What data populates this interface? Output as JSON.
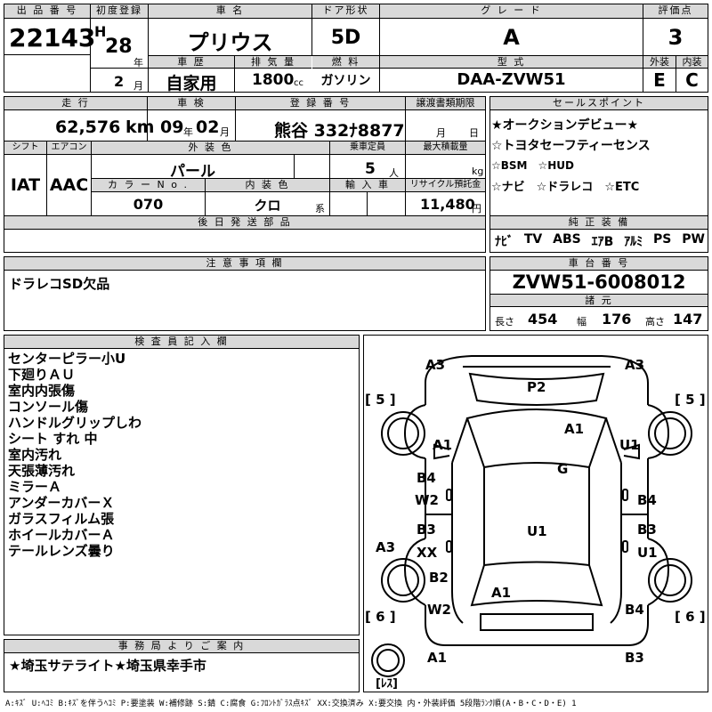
{
  "header": {
    "lot_label": "出 品 番 号",
    "lot_number": "22143",
    "first_reg_label": "初度登録",
    "era": "H",
    "year": "28",
    "year_unit": "年",
    "month": "2",
    "month_unit": "月",
    "name_label": "車 名",
    "car_name": "プリウス",
    "door_label": "ドア形状",
    "door": "5D",
    "grade_label": "グ レ ー ド",
    "grade": "A",
    "score_label": "評価点",
    "score": "3",
    "history_label": "車 歴",
    "history": "自家用",
    "disp_label": "排 気 量",
    "displacement": "1800",
    "disp_unit": "cc",
    "fuel_label": "燃 料",
    "fuel": "ガソリン",
    "model_label": "型 式",
    "model": "DAA-ZVW51",
    "ext_label": "外装",
    "ext_grade": "E",
    "int_label": "内装",
    "int_grade": "C"
  },
  "row2": {
    "mileage_label": "走 行",
    "mileage": "62,576",
    "mileage_unit": "km",
    "inspection_label": "車 検",
    "insp_year": "09",
    "insp_year_unit": "年",
    "insp_month": "02",
    "insp_month_unit": "月",
    "plate_label": "登 録 番 号",
    "plate": "熊谷 332ﾅ8877",
    "transfer_label": "譲渡書類期限",
    "transfer_month_unit": "月",
    "transfer_day_unit": "日",
    "shift_label": "シフト",
    "shift": "IAT",
    "ac_label": "エアコン",
    "ac": "AAC",
    "color_label": "外 装 色",
    "color": "パール",
    "capacity_label": "乗車定員",
    "capacity": "5",
    "capacity_unit": "人",
    "load_label": "最大積載量",
    "load_unit": "kg",
    "color_no_label": "カ ラ ー N o .",
    "color_no": "070",
    "interior_color_label": "内 装 色",
    "interior_color": "クロ",
    "interior_color_unit": "系",
    "import_label": "輸 入 車",
    "recycle_label": "リサイクル預託金",
    "recycle": "11,480",
    "recycle_unit": "円",
    "deferred_label": "後 日 発 送 部 品"
  },
  "sales": {
    "label": "セールスポイント",
    "lines": [
      "★オークションデビュー★",
      "☆トヨタセーフティーセンス",
      "☆BSM　☆HUD",
      "☆ナビ　☆ドラレコ　☆ETC"
    ]
  },
  "equipment": {
    "label": "純 正 装 備",
    "items": [
      "ﾅﾋﾞ",
      "TV",
      "ABS",
      "ｴｱB",
      "ｱﾙﾐ",
      "PS",
      "PW"
    ]
  },
  "caution": {
    "label": "注 意 事 項 欄",
    "text": "ドラレコSD欠品"
  },
  "chassis": {
    "label": "車 台 番 号",
    "number": "ZVW51-6008012",
    "spec_label": "諸 元",
    "length_label": "長さ",
    "length": "454",
    "width_label": "幅",
    "width": "176",
    "height_label": "高さ",
    "height": "147"
  },
  "inspector": {
    "label": "検 査 員 記 入 欄",
    "notes": [
      "センターピラー小U",
      "下廻りＡＵ",
      "室内内張傷",
      "コンソール傷",
      "ハンドルグリップしわ",
      "シート すれ 中",
      "室内汚れ",
      "天張薄汚れ",
      "ミラーＡ",
      "アンダーカバーＸ",
      "ガラスフィルム張",
      "ホイールカバーＡ",
      "テールレンズ曇り"
    ]
  },
  "office": {
    "label": "事 務 局 よ り ご 案 内",
    "text": "★埼玉サテライト★埼玉県幸手市"
  },
  "diagram": {
    "bracket_5_left": "[ 5 ]",
    "bracket_5_right": "[ 5 ]",
    "bracket_6_left": "[ 6 ]",
    "bracket_6_right": "[ 6 ]",
    "spare": "[ﾚｽ]",
    "marks": {
      "a3_tl": "A3",
      "a3_tr": "A3",
      "p2": "P2",
      "a1_hood": "A1",
      "a1_left": "A1",
      "u1_right": "U1",
      "g": "G",
      "b4_l": "B4",
      "w2_l": "W2",
      "b4_r": "B4",
      "b3_l": "B3",
      "xx_l": "XX",
      "u1_roof": "U1",
      "b3_r": "B3",
      "u1_r2": "U1",
      "a3_left": "A3",
      "b2_l": "B2",
      "a1_trunk": "A1",
      "w2_l2": "W2",
      "b4_r2": "B4",
      "a1_bl": "A1",
      "b3_br": "B3"
    }
  },
  "legend": "A:ｷｽﾞ  U:ﾍｺﾐ B:ｷｽﾞを伴うﾍｺﾐ P:要塗装 W:補修跡 S:錆 C:腐食 G:ﾌﾛﾝﾄｶﾞﾗｽ点ｷｽﾞ XX:交換済み X:要交換  内・外装評価  5段階ﾗﾝｸ順(A・B・C・D・E) 1"
}
